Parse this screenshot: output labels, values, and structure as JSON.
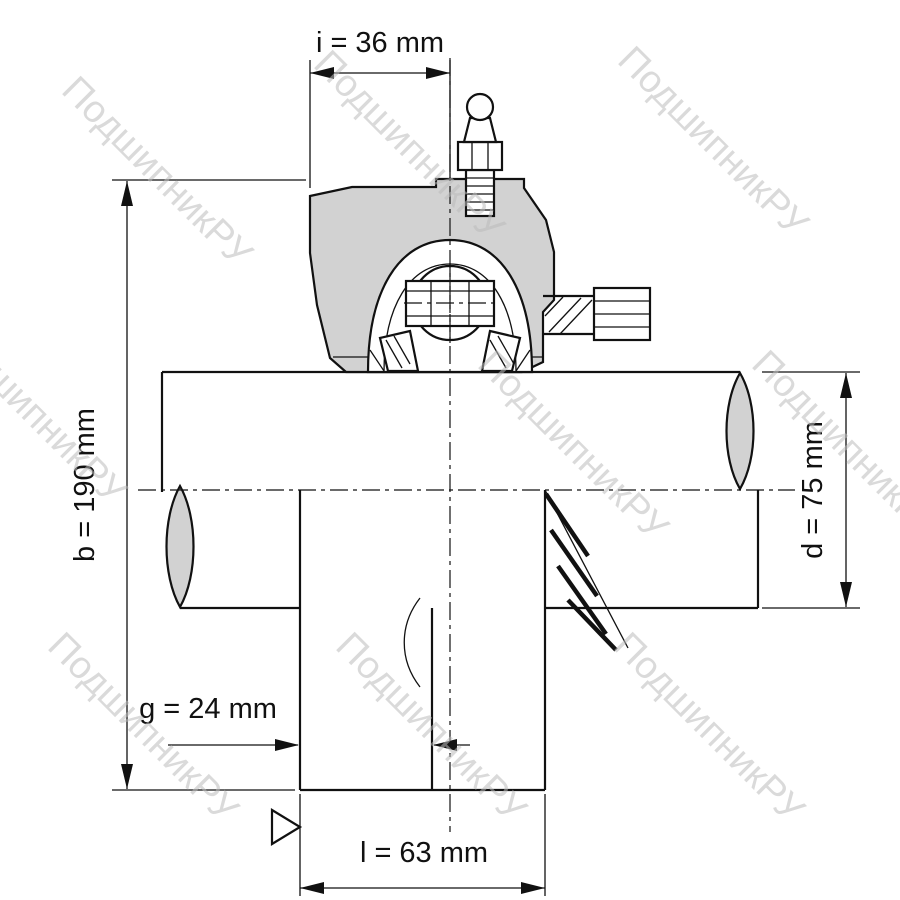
{
  "drawing": {
    "watermark_text": "ПодшипникРУ",
    "dimensions": {
      "i": "i = 36 mm",
      "b": "b = 190 mm",
      "d": "d = 75 mm",
      "g": "g = 24 mm",
      "l": "l = 63 mm"
    },
    "colors": {
      "line": "#111111",
      "metal_fill": "#d2d2d2",
      "watermark": "#bcbcbc",
      "background": "#ffffff"
    }
  }
}
